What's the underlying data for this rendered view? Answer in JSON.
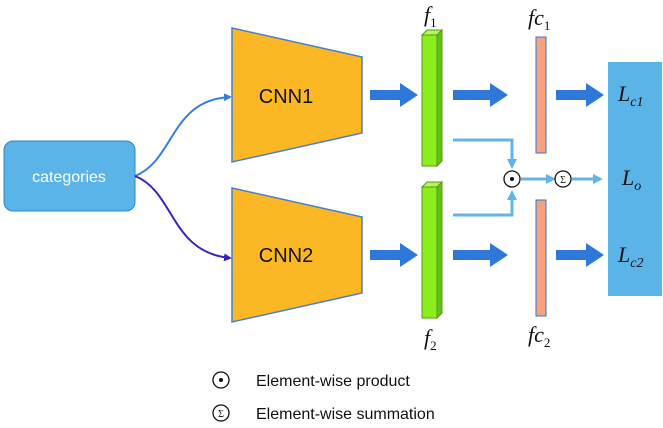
{
  "input": {
    "label": "categories"
  },
  "networks": [
    {
      "label": "CNN1"
    },
    {
      "label": "CNN2"
    }
  ],
  "features": {
    "f1": {
      "main": "f",
      "sub": "1"
    },
    "f2": {
      "main": "f",
      "sub": "2"
    }
  },
  "fc": {
    "fc1": {
      "main": "fc",
      "sub": "1"
    },
    "fc2": {
      "main": "fc",
      "sub": "2"
    }
  },
  "losses": {
    "lc1": {
      "main": "L",
      "sub": "c1"
    },
    "lo": {
      "main": "L",
      "sub": "o"
    },
    "lc2": {
      "main": "L",
      "sub": "c2"
    }
  },
  "operators": {
    "product_symbol": "⊙",
    "sum_symbol": "Σ"
  },
  "legend": {
    "product_label": "Element-wise product",
    "summation_label": "Element-wise summation"
  },
  "colors": {
    "input_box": "#5ab4e8",
    "cnn": "#fbb724",
    "feature": "#8bef1e",
    "fc": "#f6a27f",
    "loss": "#5ab4e8",
    "arrow_main": "#2d78d8",
    "arrow_light": "#62b4ec",
    "curve_top": "#3a7de0",
    "curve_bottom": "#3c1fc4"
  }
}
